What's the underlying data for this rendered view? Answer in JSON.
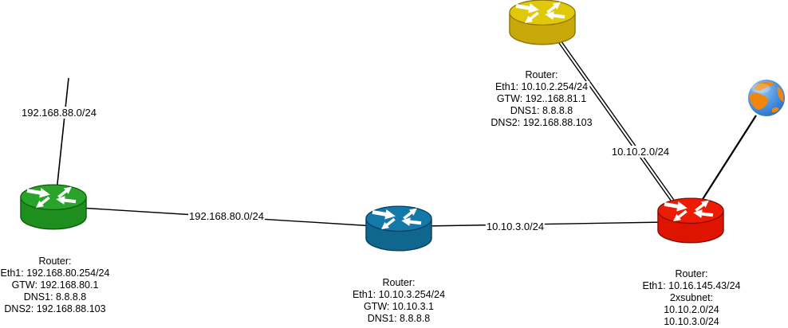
{
  "diagram_type": "network-topology",
  "devices": {
    "green_router": {
      "type": "router",
      "color": "#1E8E1E",
      "info": [
        "Router:",
        "Eth1: 192.168.80.254/24",
        "GTW: 192.168.80.1",
        "DNS1: 8.8.8.8",
        "DNS2: 192.168.88.103"
      ]
    },
    "blue_router": {
      "type": "router",
      "color": "#0F668F",
      "info": [
        "Router:",
        "Eth1: 10.10.3.254/24",
        "GTW: 10.10.3.1",
        "DNS1: 8.8.8.8"
      ]
    },
    "red_router": {
      "type": "router",
      "color": "#DF1400",
      "info": [
        "Router:",
        "Eth1: 10.16.145.43/24",
        "2xsubnet:",
        "10.10.2.0/24",
        "10.10.3.0/24"
      ]
    },
    "yellow_router": {
      "type": "router",
      "color": "#C9A90A",
      "info": [
        "Router:",
        "Eth1: 10.10.2.254/24",
        "GTW: 192..168.81.1",
        "DNS1: 8.8.8.8",
        "DNS2: 192.168.88.103"
      ]
    },
    "internet_globe": {
      "type": "globe"
    }
  },
  "links": {
    "lan88": {
      "label": "192.168.88.0/24",
      "from": "stub",
      "to": "green_router"
    },
    "lan80": {
      "label": "192.168.80.0/24",
      "from": "green_router",
      "to": "blue_router"
    },
    "net3": {
      "label": "10.10.3.0/24",
      "from": "blue_router",
      "to": "red_router"
    },
    "net2": {
      "label": "10.10.2.0/24",
      "from": "yellow_router",
      "to": "red_router",
      "style": "double"
    },
    "uplink": {
      "label": "",
      "from": "red_router",
      "to": "internet_globe"
    }
  },
  "line_color": "#000000"
}
